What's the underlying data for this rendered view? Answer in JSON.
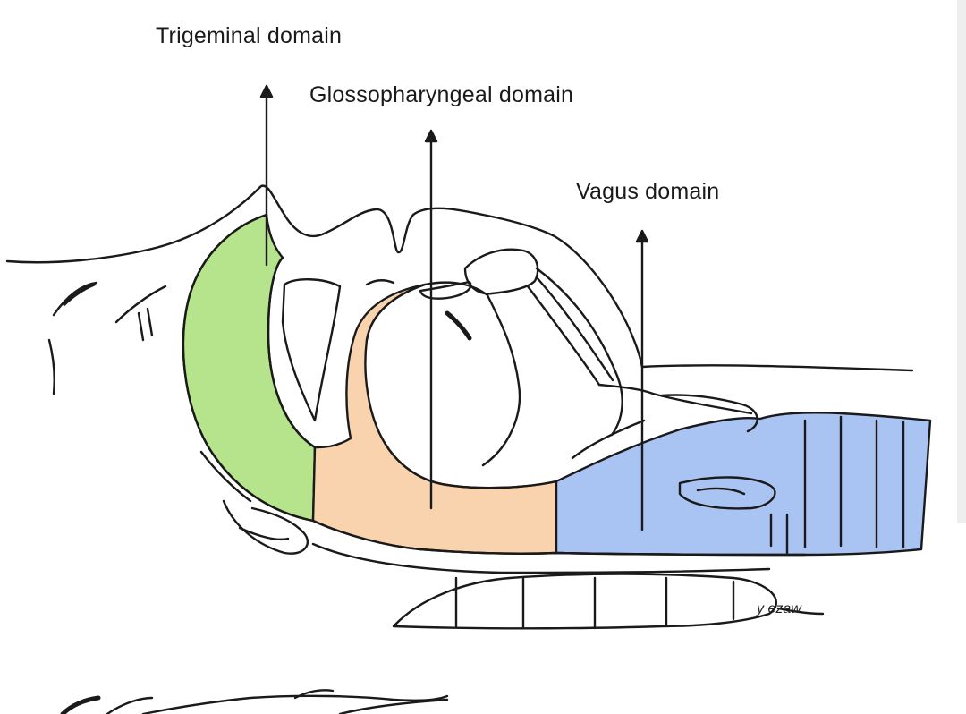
{
  "labels": {
    "trigeminal": "Trigeminal domain",
    "glossopharyngeal": "Glossopharyngeal domain",
    "vagus": "Vagus domain",
    "signature": "y ezaw"
  },
  "colors": {
    "trigeminal_fill": "#b5e48c",
    "glossopharyngeal_fill": "#f8d3ad",
    "vagus_fill": "#a9c3f2",
    "outline": "#1a1a1a"
  }
}
